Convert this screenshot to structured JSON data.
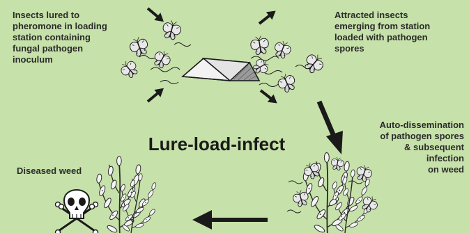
{
  "labels": {
    "top_left": "Insects lured to\npheromone in loading\nstation containing\nfungal pathogen\ninoculum",
    "top_right": "Attracted insects\nemerging from station\nloaded with pathogen\nspores",
    "middle_right": "Auto-dissemination\nof pathogen spores\n& subsequent\ninfection\non weed",
    "diseased_weed": "Diseased weed",
    "center_title": "Lure-load-infect"
  },
  "icons": {
    "station": "trap-station-icon",
    "insect": "moth-icon",
    "weed": "weed-plant-icon",
    "death": "skull-crossbones-icon"
  },
  "colors": {
    "background": "#c6e1a9",
    "ink": "#1a1a1a"
  }
}
